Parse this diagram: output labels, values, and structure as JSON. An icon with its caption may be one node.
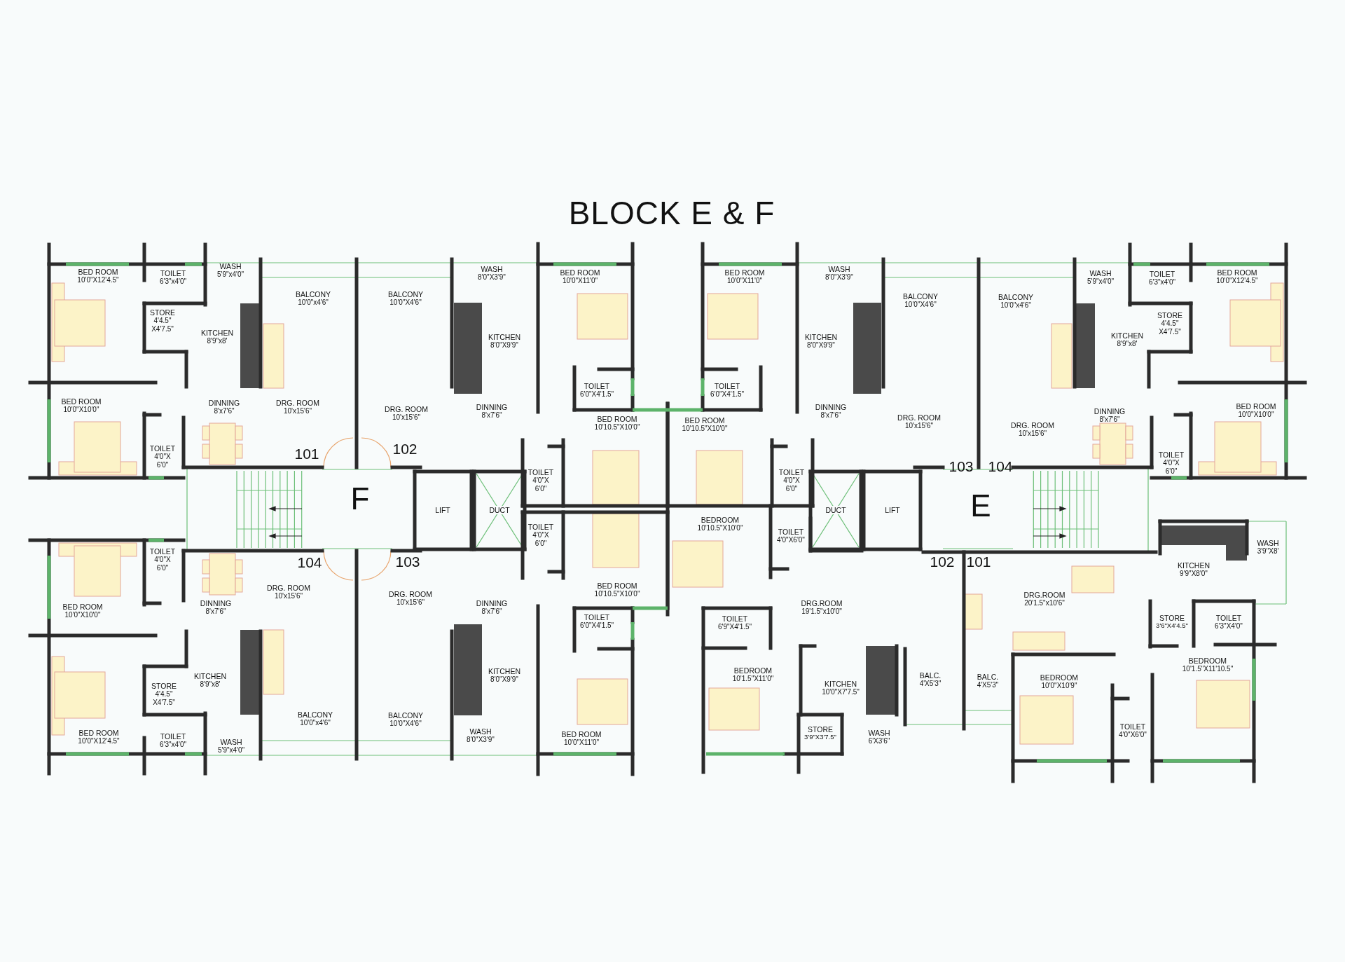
{
  "diagram": {
    "title": "BLOCK E & F",
    "labels": [
      "BED ROOM",
      "10'0\"X12'4.5\"",
      "TOILET",
      "6'3\"x4'0\"",
      "WASH",
      "5'9\"x4'0\"",
      "WASH",
      "8'0\"X3'9\"",
      "BED ROOM",
      "10'0\"X11'0\"",
      "BED ROOM",
      "10'0\"X11'0\"",
      "WASH",
      "8'0\"X3'9\"",
      "WASH",
      "5'9\"x4'0\"",
      "TOILET",
      "6'3\"x4'0\"",
      "BED ROOM",
      "10'0\"X12'4.5\"",
      "BALCONY",
      "10'0\"x4'6\"",
      "BALCONY",
      "10'0\"X4'6\"",
      "BALCONY",
      "10'0\"X4'6\"",
      "BALCONY",
      "10'0\"x4'6\"",
      "STORE",
      "4'4.5\" X4'7.5\"",
      "KITCHEN",
      "8'9\"x8'",
      "KITCHEN",
      "8'0\"X9'9\"",
      "KITCHEN",
      "8'0\"X9'9\"",
      "STORE",
      "4'4.5\" X4'7.5\"",
      "KITCHEN",
      "8'9\"x8'",
      "TOILET",
      "6'0\"X4'1.5\"",
      "TOILET",
      "6'0\"X4'1.5\"",
      "BED ROOM",
      "10'0\"X10'0\"",
      "DINNING",
      "8'x7'6\"",
      "DRG. ROOM",
      "10'x15'6\"",
      "DRG. ROOM",
      "10'x15'6\"",
      "DINNING",
      "8'x7'6\"",
      "BED ROOM",
      "10'10.5\"X10'0\"",
      "BED ROOM",
      "10'10.5\"X10'0\"",
      "DINNING",
      "8'x7'6\"",
      "DINNING",
      "8'x7'6\"",
      "DRG. ROOM",
      "10'x15'6\"",
      "DRG. ROOM",
      "10'x15'6\"",
      "BED ROOM",
      "10'0\"X10'0\"",
      "TOILET",
      "4'0\"X 6'0\"",
      "TOILET",
      "4'0\"X 6'0\"",
      "TOILET",
      "4'0\"X 6'0\"",
      "TOILET",
      "4'0\"X 6'0\"",
      "TOILET",
      "4'0\"X 6'0\"",
      "BEDROOM",
      "10'10.5\"X10'0\"",
      "TOILET",
      "4'0\"X6'0\"",
      "WASH",
      "3'9\"X8'",
      "TOILET",
      "4'0\"X 6'0\"",
      "KITCHEN",
      "9'9\"X8'0\"",
      "DRG. ROOM",
      "10'x15'6\"",
      "BED ROOM",
      "10'10.5\"X10'0\"",
      "DRG. ROOM",
      "10'x15'6\"",
      "DRG.ROOM",
      "20'1.5\"x10'6\"",
      "DRG.ROOM",
      "19'1.5\"x10'0\"",
      "BED ROOM",
      "10'0\"X10'0\"",
      "DINNING",
      "8'x7'6\"",
      "DINNING",
      "8'x7'6\"",
      "TOILET",
      "6'0\"X4'1.5\"",
      "TOILET",
      "6'9\"X4'1.5\"",
      "STORE",
      "3'6\"X4'4.5\"",
      "TOILET",
      "6'3\"X4'0\"",
      "BEDROOM",
      "10'1.5\"X11'10.5\"",
      "BEDROOM",
      "10'1.5\"X11'0\"",
      "KITCHEN",
      "8'0\"X9'9\"",
      "KITCHEN",
      "8'9\"x8'",
      "BALC.",
      "4'X5'3\"",
      "BALC.",
      "4'X5'3\"",
      "BEDROOM",
      "10'0\"X10'9\"",
      "KITCHEN",
      "10'0\"X7'7.5\"",
      "STORE",
      "4'4.5\" X4'7.5\"",
      "BALCONY",
      "10'0\"x4'6\"",
      "BALCONY",
      "10'0\"X4'6\"",
      "TOILET",
      "4'0\"X6'0\"",
      "STORE",
      "3'9\"X3'7.5\"",
      "WASH",
      "6'X3'6\"",
      "WASH",
      "8'0\"X3'9\"",
      "BED ROOM",
      "10'0\"X12'4.5\"",
      "BED ROOM",
      "10'0\"X11'0\"",
      "TOILET",
      "6'3\"x4'0\"",
      "WASH",
      "5'9\"x4'0\"",
      "101",
      "102",
      "103",
      "104",
      "F",
      "LIFT",
      "DUCT",
      "DUCT",
      "LIFT",
      "E",
      "104",
      "103",
      "102",
      "101"
    ]
  }
}
